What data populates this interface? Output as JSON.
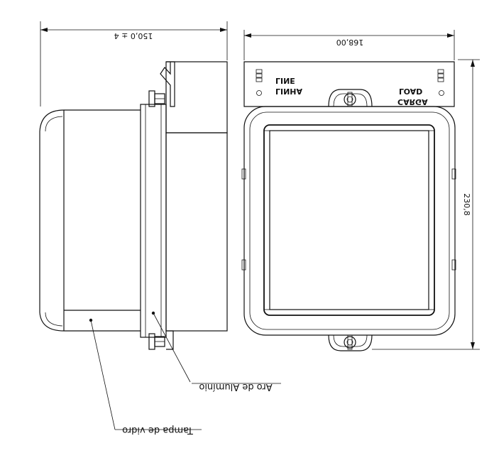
{
  "dimensions": {
    "side_width": "150,0 ± 4",
    "front_width": "168,00",
    "front_height": "230,8"
  },
  "terminal_labels": {
    "line_en": "LINE",
    "line_pt": "LINHA",
    "load_en": "LOAD",
    "load_pt": "CARGA"
  },
  "callouts": {
    "ring": "Aro de Alumínio",
    "cover": "Tampa de vidro"
  }
}
